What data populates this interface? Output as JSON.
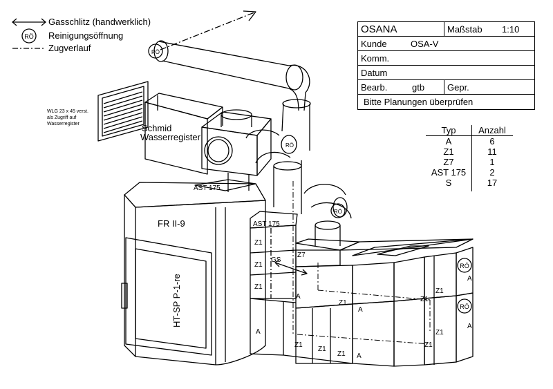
{
  "legend": {
    "gas_slot": "Gasschlitz (handwerklich)",
    "cleaning_symbol": "RÖ",
    "cleaning_opening": "Reinigungsöffnung",
    "draft_path": "Zugverlauf"
  },
  "title_block": {
    "company": "OSANA",
    "scale_label": "Maßstab",
    "scale_value": "1:10",
    "customer_label": "Kunde",
    "customer_value": "OSA-V",
    "commission_label": "Komm.",
    "date_label": "Datum",
    "drawn_label": "Bearb.",
    "drawn_value": "gtb",
    "checked_label": "Gepr.",
    "note": "Bitte Planungen überprüfen"
  },
  "parts_table": {
    "header_type": "Typ",
    "header_count": "Anzahl",
    "rows": [
      {
        "type": "A",
        "count": "6"
      },
      {
        "type": "Z1",
        "count": "11"
      },
      {
        "type": "Z7",
        "count": "1"
      },
      {
        "type": "AST 175",
        "count": "2"
      },
      {
        "type": "S",
        "count": "17"
      }
    ]
  },
  "drawing": {
    "wlg_note_1": "WLG 23 x 45 verst.",
    "wlg_note_2": "als Zugriff auf",
    "wlg_note_3": "Wasserregister",
    "register_1": "Schmid",
    "register_2": "Wasserregister",
    "ast_top": "AST 175",
    "ast_side": "AST 175",
    "stove_model": "FR II-9",
    "door_label": "HT-SP P-1-re",
    "ro": "RÖ",
    "gs": "GS",
    "z1": "Z1",
    "z7": "Z7",
    "a": "A"
  }
}
